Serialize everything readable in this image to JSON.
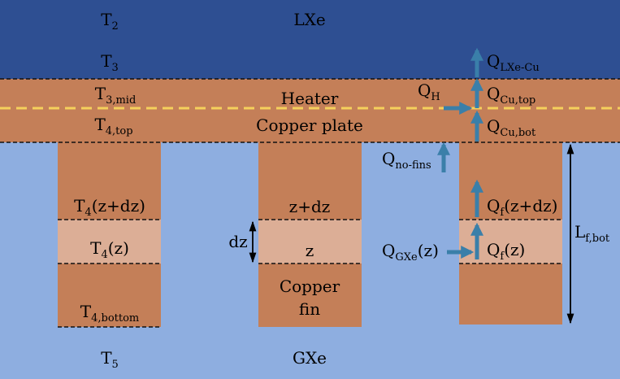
{
  "colors": {
    "lxe": "#2e4f92",
    "gxe": "#8eaee0",
    "copper": "#c47f58",
    "slice": "#dcae96",
    "arrow": "#3a7fa9",
    "heater_line": "#f5d05c",
    "dashed": "#111111",
    "text": "#000000"
  },
  "regions": {
    "lxe": "LXe",
    "gxe": "GXe",
    "heater": "Heater",
    "copper_plate": "Copper plate"
  },
  "temperatures": {
    "t2": {
      "base": "T",
      "sub": "2"
    },
    "t3": {
      "base": "T",
      "sub": "3"
    },
    "t3mid": {
      "base": "T",
      "sub": "3,mid"
    },
    "t4top": {
      "base": "T",
      "sub": "4,top"
    },
    "t4zdz": {
      "base": "T",
      "sub": "4",
      "tail": "(z+dz)"
    },
    "t4z": {
      "base": "T",
      "sub": "4",
      "tail": "(z)"
    },
    "t4bottom": {
      "base": "T",
      "sub": "4,bottom"
    },
    "t5": {
      "base": "T",
      "sub": "5"
    }
  },
  "fin_labels": {
    "zdz": "z+dz",
    "z": "z",
    "dz": "dz",
    "copper_fin_line1": "Copper",
    "copper_fin_line2": "fin"
  },
  "heat_flows": {
    "q_lxe_cu": {
      "base": "Q",
      "sub": "LXe-Cu"
    },
    "q_h": {
      "base": "Q",
      "sub": "H"
    },
    "q_cu_top": {
      "base": "Q",
      "sub": "Cu,top"
    },
    "q_cu_bot": {
      "base": "Q",
      "sub": "Cu,bot"
    },
    "q_no_fins": {
      "base": "Q",
      "sub": "no-fins"
    },
    "q_f_zdz": {
      "base": "Q",
      "sub": "f",
      "tail": "(z+dz)"
    },
    "q_gxe_z": {
      "base": "Q",
      "sub": "GXe",
      "tail": "(z)"
    },
    "q_f_z": {
      "base": "Q",
      "sub": "f",
      "tail": "(z)"
    },
    "l_f_bot": {
      "base": "L",
      "sub": "f,bot"
    }
  }
}
